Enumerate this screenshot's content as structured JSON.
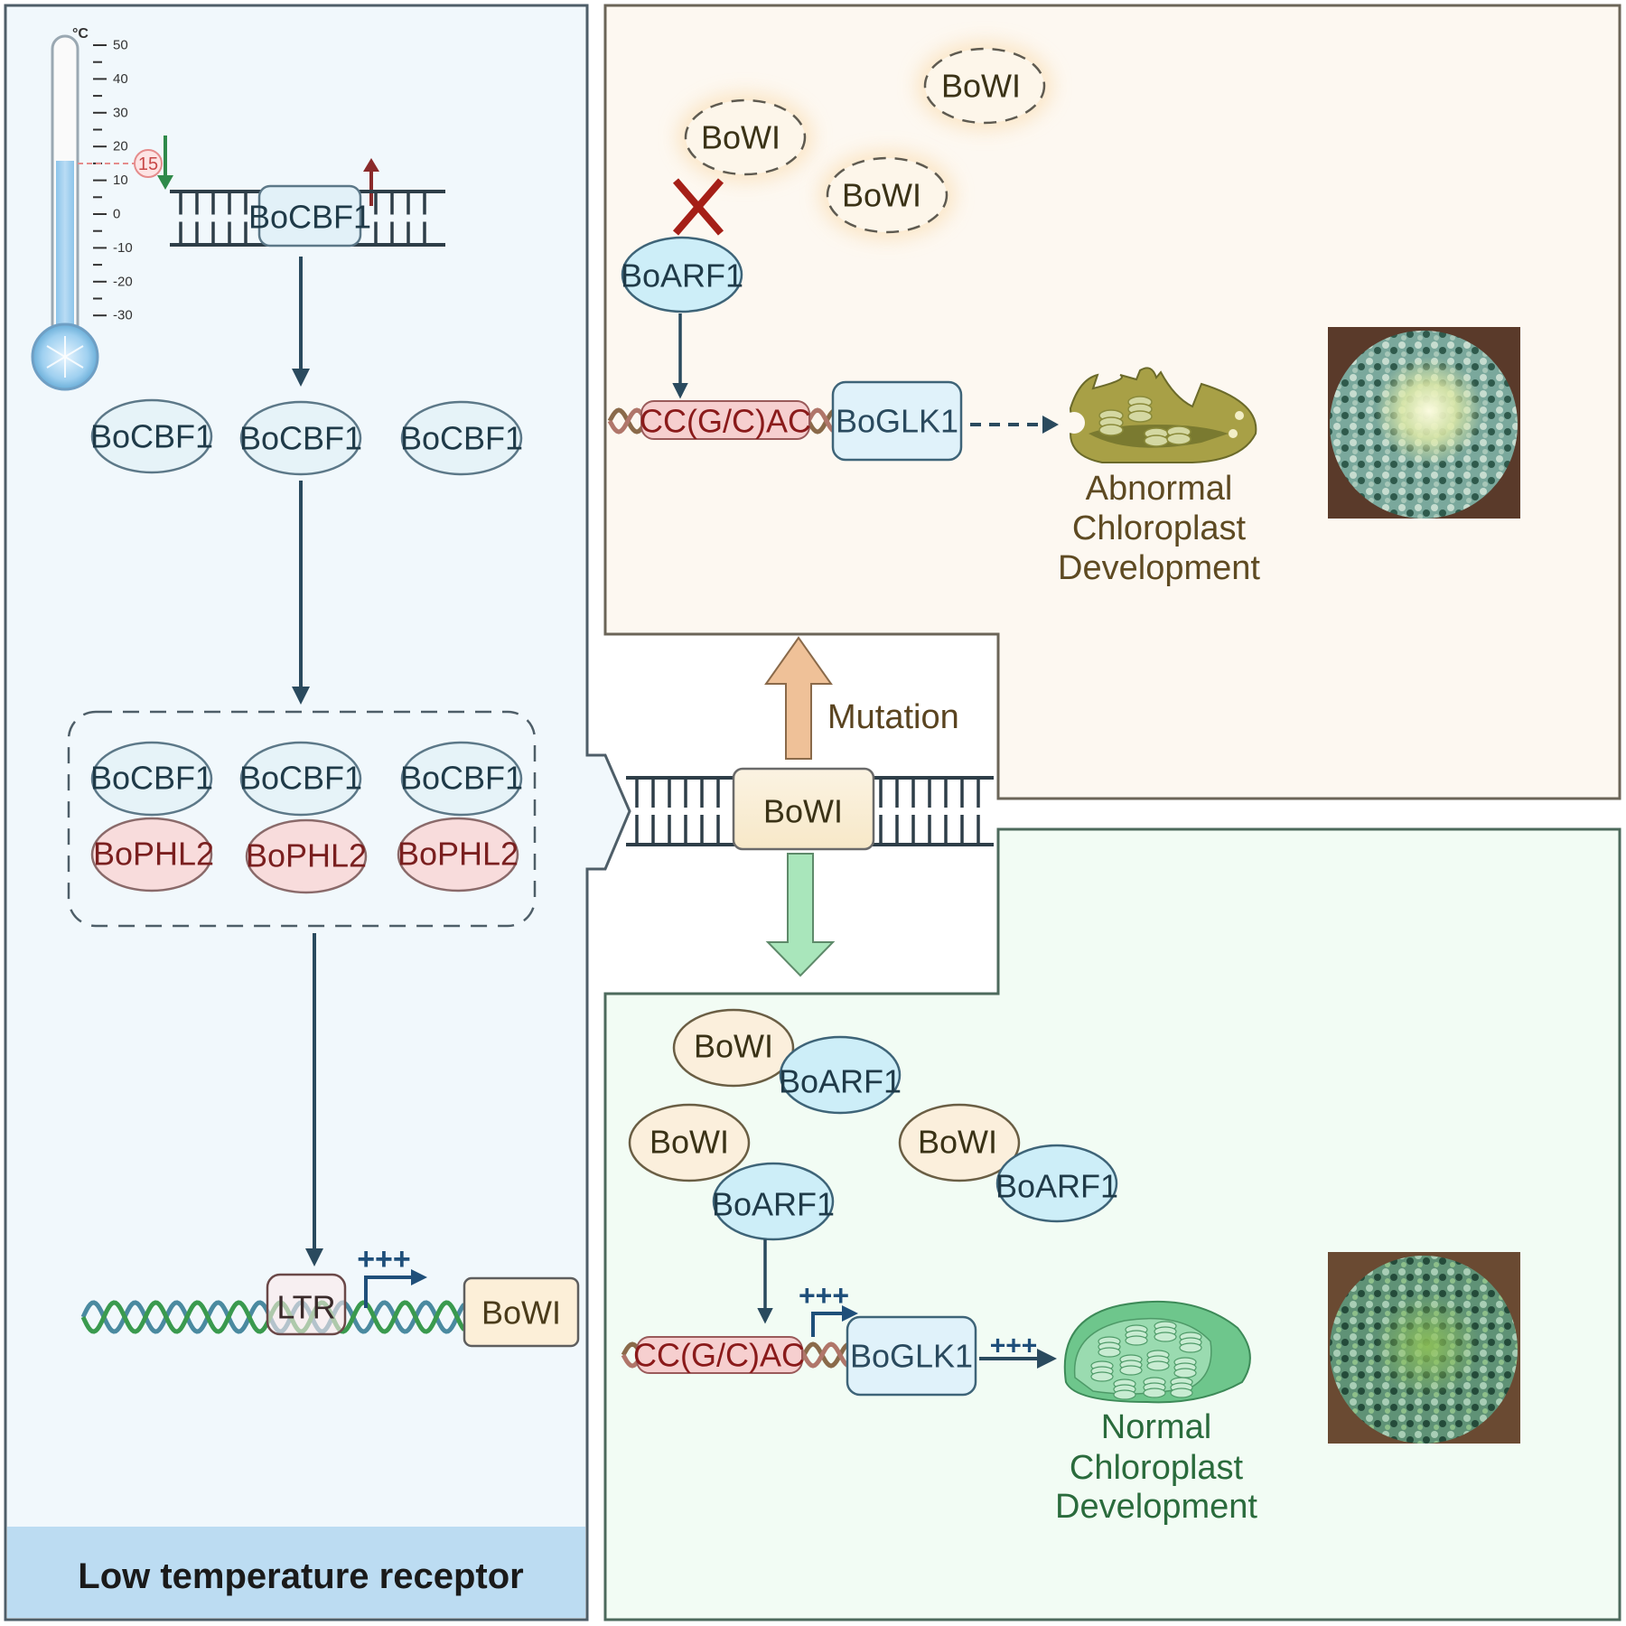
{
  "colors": {
    "left_panel_bg": "#f1f8fc",
    "left_panel_border": "#4e5e68",
    "banner_bg": "#bcdcf2",
    "top_panel_bg": "#fdf8f1",
    "top_panel_border": "#6b6558",
    "bottom_panel_bg": "#f2fcf4",
    "bottom_panel_border": "#4d6a5c",
    "arrow_dark": "#2a4a5e",
    "cbf1_fill": "#e6f3f8",
    "phl2_fill": "#f8dcdc",
    "phl2_text": "#7a1f1f",
    "arf1_fill": "#cdeef8",
    "bowi_fill": "#fbf0dc",
    "bowi_text": "#4a3b1a",
    "mutation_arrow": "#efc198",
    "normal_arrow": "#a9e6bb",
    "mutation_text": "#6b4a1e",
    "abnormal_text": "#5e4a22",
    "normal_text": "#2a6b3c",
    "cross_red": "#a51f17",
    "motif_fill": "#f6cfcf",
    "motif_text": "#8a1a1a"
  },
  "left_panel": {
    "banner_label": "Low temperature receptor",
    "thermometer": {
      "unit": "°C",
      "ticks": [
        "50",
        "40",
        "30",
        "20",
        "10",
        "0",
        "-10",
        "-20",
        "-30"
      ],
      "threshold_value": "15",
      "range": [
        -30,
        50
      ],
      "fill_level": 15
    },
    "gene_on_dna": "BoCBF1",
    "proteins_row": [
      "BoCBF1",
      "BoCBF1",
      "BoCBF1"
    ],
    "complex": {
      "top": [
        "BoCBF1",
        "BoCBF1",
        "BoCBF1"
      ],
      "bottom": [
        "BoPHL2",
        "BoPHL2",
        "BoPHL2"
      ]
    },
    "promoter_label": "LTR",
    "activation_marks": "+++",
    "target_gene": "BoWI"
  },
  "center": {
    "gene_label": "BoWI",
    "mutation_label": "Mutation"
  },
  "top_panel": {
    "free_proteins": [
      "BoWI",
      "BoWI",
      "BoWI"
    ],
    "arf1_label": "BoARF1",
    "motif_label": "CC(G/C)AC",
    "glk1_label": "BoGLK1",
    "outcome_lines": [
      "Abnormal",
      "Chloroplast",
      "Development"
    ],
    "photo_desc": "variegated kale plant with white center"
  },
  "bottom_panel": {
    "complexes": [
      {
        "bowi": "BoWI",
        "arf1": "BoARF1"
      },
      {
        "bowi": "BoWI",
        "arf1": "BoARF1"
      },
      {
        "bowi": "BoWI",
        "arf1": "BoARF1"
      }
    ],
    "motif_label": "CC(G/C)AC",
    "glk1_label": "BoGLK1",
    "activation_marks": "+++",
    "outcome_lines": [
      "Normal",
      "Chloroplast",
      "Development"
    ],
    "photo_desc": "green kale plant"
  }
}
